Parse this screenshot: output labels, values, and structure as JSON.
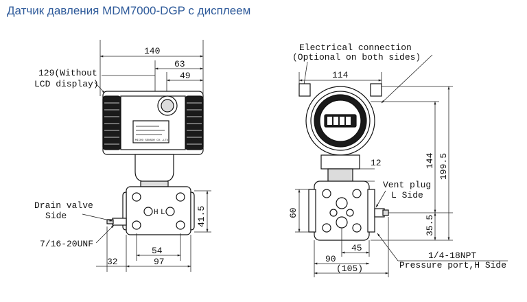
{
  "title": "Датчик давления MDM7000-DGP с дисплеем",
  "front_view": {
    "dim_overall_width": "140",
    "dim_without_lcd": "129(Without",
    "dim_without_lcd_2": "LCD display)",
    "dim_63": "63",
    "dim_49": "49",
    "drain_valve": "Drain valve",
    "drain_side": "Side",
    "thread": "7/16-20UNF",
    "dim_41_5": "41.5",
    "dim_54": "54",
    "dim_97": "97",
    "dim_32": "32",
    "mark_h": "H",
    "mark_l": "L",
    "nameplate_text": "MICRO SENSOR CO.,LTD."
  },
  "side_view": {
    "electrical_connection": "Electrical connection",
    "optional_both_sides": "(Optional on both sides)",
    "dim_114": "114",
    "dim_12": "12",
    "dim_144": "144",
    "dim_199_5": "199.5",
    "vent_plug": "Vent plug",
    "l_side": "L Side",
    "dim_60": "60",
    "dim_35_5": "35.5",
    "dim_45": "45",
    "dim_90": "90",
    "dim_105": "(105)",
    "npt": "1/4-18NPT",
    "pressure_port": "Pressure port,H Side"
  }
}
